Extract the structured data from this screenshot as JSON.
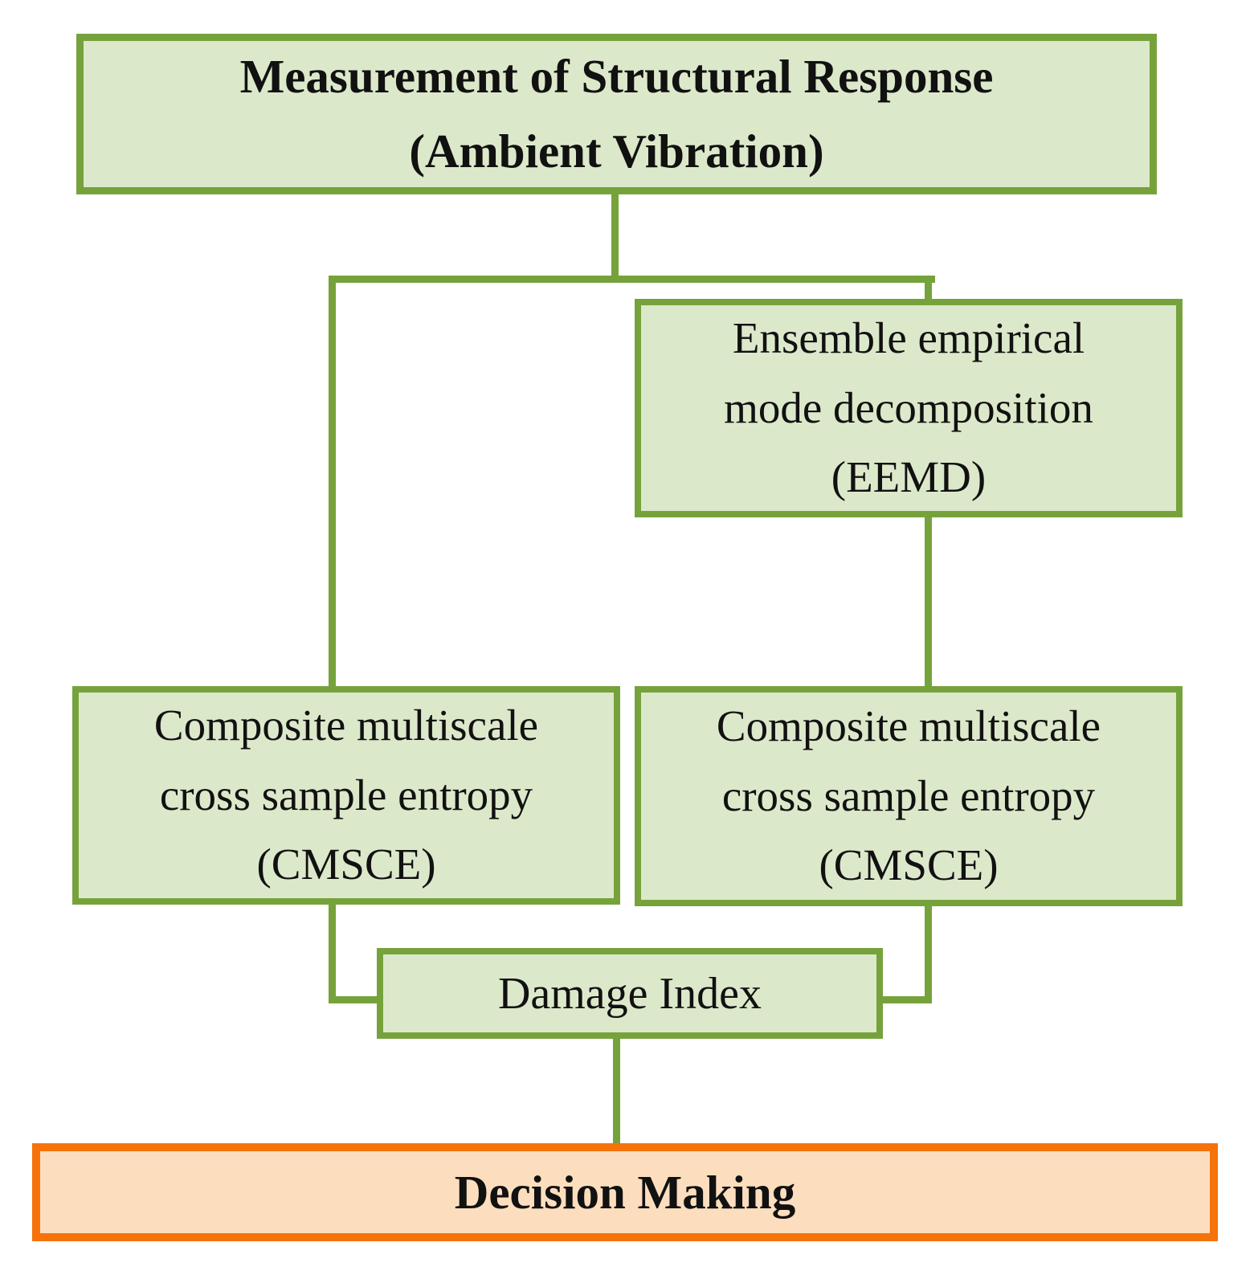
{
  "colors": {
    "green_border": "#76A23C",
    "green_fill": "#DCE8CA",
    "orange_border": "#F5730A",
    "orange_fill": "#FCDEBE",
    "text": "#111111",
    "background": "#FFFFFF"
  },
  "diagram": {
    "type": "flowchart",
    "nodes": {
      "measurement": {
        "lines": [
          "Measurement of Structural Response",
          "(Ambient Vibration)"
        ],
        "shape": "rectangle",
        "style": "green, bold"
      },
      "eemd": {
        "lines": [
          "Ensemble empirical",
          "mode decomposition",
          "(EEMD)"
        ],
        "shape": "rectangle",
        "style": "green"
      },
      "cmsce_left": {
        "lines": [
          "Composite multiscale",
          "cross sample entropy",
          "(CMSCE)"
        ],
        "shape": "rectangle",
        "style": "green"
      },
      "cmsce_right": {
        "lines": [
          "Composite multiscale",
          "cross sample entropy",
          "(CMSCE)"
        ],
        "shape": "rectangle",
        "style": "green"
      },
      "damage_index": {
        "lines": [
          "Damage Index"
        ],
        "shape": "rectangle",
        "style": "green"
      },
      "decision": {
        "lines": [
          "Decision Making"
        ],
        "shape": "rectangle",
        "style": "orange, bold"
      }
    },
    "edges": [
      {
        "from": "measurement",
        "to": "cmsce_left"
      },
      {
        "from": "measurement",
        "to": "eemd"
      },
      {
        "from": "eemd",
        "to": "cmsce_right"
      },
      {
        "from": "cmsce_left",
        "to": "damage_index"
      },
      {
        "from": "cmsce_right",
        "to": "damage_index"
      },
      {
        "from": "damage_index",
        "to": "decision"
      }
    ]
  }
}
